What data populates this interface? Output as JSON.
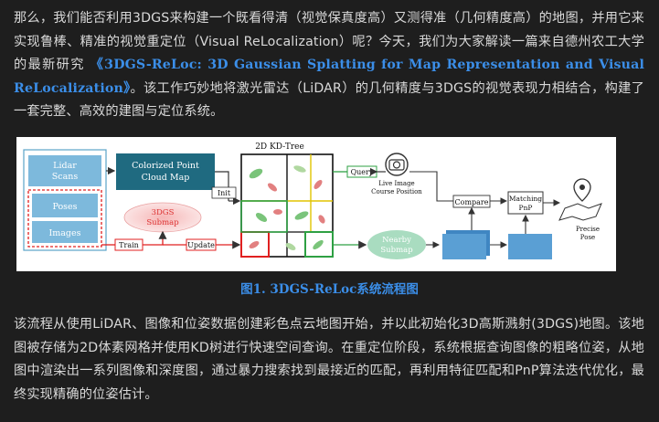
{
  "article": {
    "p1_text": "那么，我们能否利用3DGS来构建一个既看得清（视觉保真度高）又测得准（几何精度高）的地图，并用它来实现鲁棒、精准的视觉重定位（Visual ReLocalization）呢？今天，我们为大家解读一篇来自德州农工大学的最新研究 ",
    "p1_title": "《3DGS-ReLoc: 3D Gaussian Splatting for Map Representation and Visual ReLocalization》",
    "p1_tail": "。该工作巧妙地将激光雷达（LiDAR）的几何精度与3DGS的视觉表现力相结合，构建了一套完整、高效的建图与定位系统。",
    "caption": "图1. 3DGS-ReLoc系统流程图",
    "p2_text": "该流程从使用LiDAR、图像和位姿数据创建彩色点云地图开始，并以此初始化3D高斯溅射(3DGS)地图。该地图被存储为2D体素网格并使用KD树进行快速空间查询。在重定位阶段，系统根据查询图像的粗略位姿，从地图中渲染出一系列图像和深度图，通过暴力搜索找到最接近的匹配，再利用特征匹配和PnP算法迭代优化，最终实现精确的位姿估计。"
  },
  "diagram": {
    "lidar_scans": "Lidar Scans",
    "poses": "Poses",
    "images": "Images",
    "colorized_map": "Colorized Point Cloud Map",
    "init": "Init",
    "train": "Train",
    "update": "Update",
    "submap_3dgs": "3DGS Submap",
    "kd_tree": "2D KD-Tree",
    "query": "Query",
    "live_image": "Live Image",
    "course_position": "Course Position",
    "compare": "Compare",
    "matching": "Matching",
    "pnp": "PnP",
    "precise": "Precise",
    "pose": "Pose",
    "nearby": "Nearby",
    "submap": "Submap"
  },
  "colors": {
    "background": "#1e1e1e",
    "text": "#d9d9d9",
    "accent_blue": "#3b8ee8",
    "teal": "#1f6a80",
    "light_blue": "#8fc6e6",
    "red": "#e02020",
    "green": "#2ea043"
  }
}
